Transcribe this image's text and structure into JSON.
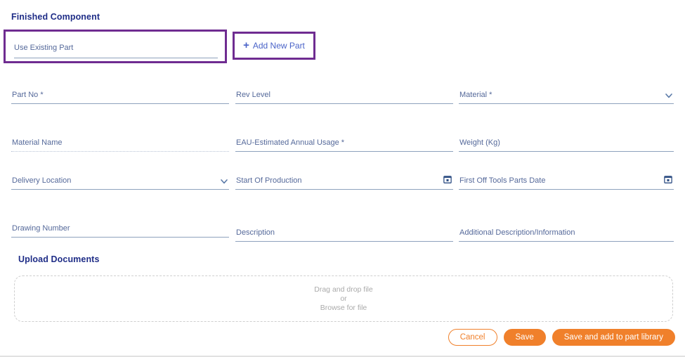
{
  "headings": {
    "finished_component": "Finished Component",
    "upload_documents": "Upload Documents"
  },
  "part_selector": {
    "existing_label": "Use Existing Part",
    "existing_value": "",
    "add_new_label": "Add New Part",
    "plus_glyph": "+",
    "highlight_color": "#6f2c91",
    "add_new_text_color": "#4a63c8"
  },
  "form": {
    "fields": [
      {
        "name": "part-no",
        "label": "Part No *",
        "value": "",
        "control": "text",
        "disabled": false
      },
      {
        "name": "rev-level",
        "label": "Rev Level",
        "value": "",
        "control": "text",
        "disabled": false
      },
      {
        "name": "material",
        "label": "Material *",
        "value": "",
        "control": "select",
        "disabled": false
      },
      {
        "name": "material-name",
        "label": "Material Name",
        "value": "",
        "control": "text",
        "disabled": true
      },
      {
        "name": "eau",
        "label": "EAU-Estimated Annual Usage *",
        "value": "",
        "control": "text",
        "disabled": false
      },
      {
        "name": "weight",
        "label": "Weight (Kg)",
        "value": "",
        "control": "text",
        "disabled": false
      },
      {
        "name": "delivery-location",
        "label": "Delivery Location",
        "value": "",
        "control": "select",
        "disabled": false
      },
      {
        "name": "start-of-production",
        "label": "Start Of Production",
        "value": "",
        "control": "date",
        "disabled": false
      },
      {
        "name": "first-off-tools-parts-date",
        "label": "First Off Tools Parts Date",
        "value": "",
        "control": "date",
        "disabled": false
      },
      {
        "name": "drawing-number",
        "label": "Drawing Number",
        "value": "",
        "control": "text",
        "disabled": false
      },
      {
        "name": "description",
        "label": "Description",
        "value": "",
        "control": "text",
        "disabled": false
      },
      {
        "name": "additional-description",
        "label": "Additional Description/Information",
        "value": "",
        "control": "text",
        "disabled": false
      }
    ]
  },
  "upload": {
    "drag_text": "Drag and drop file",
    "or_text": "or",
    "browse_text": "Browse for file"
  },
  "actions": {
    "cancel": "Cancel",
    "save": "Save",
    "save_and_add": "Save and add to part library",
    "accent_color": "#f0802b"
  }
}
